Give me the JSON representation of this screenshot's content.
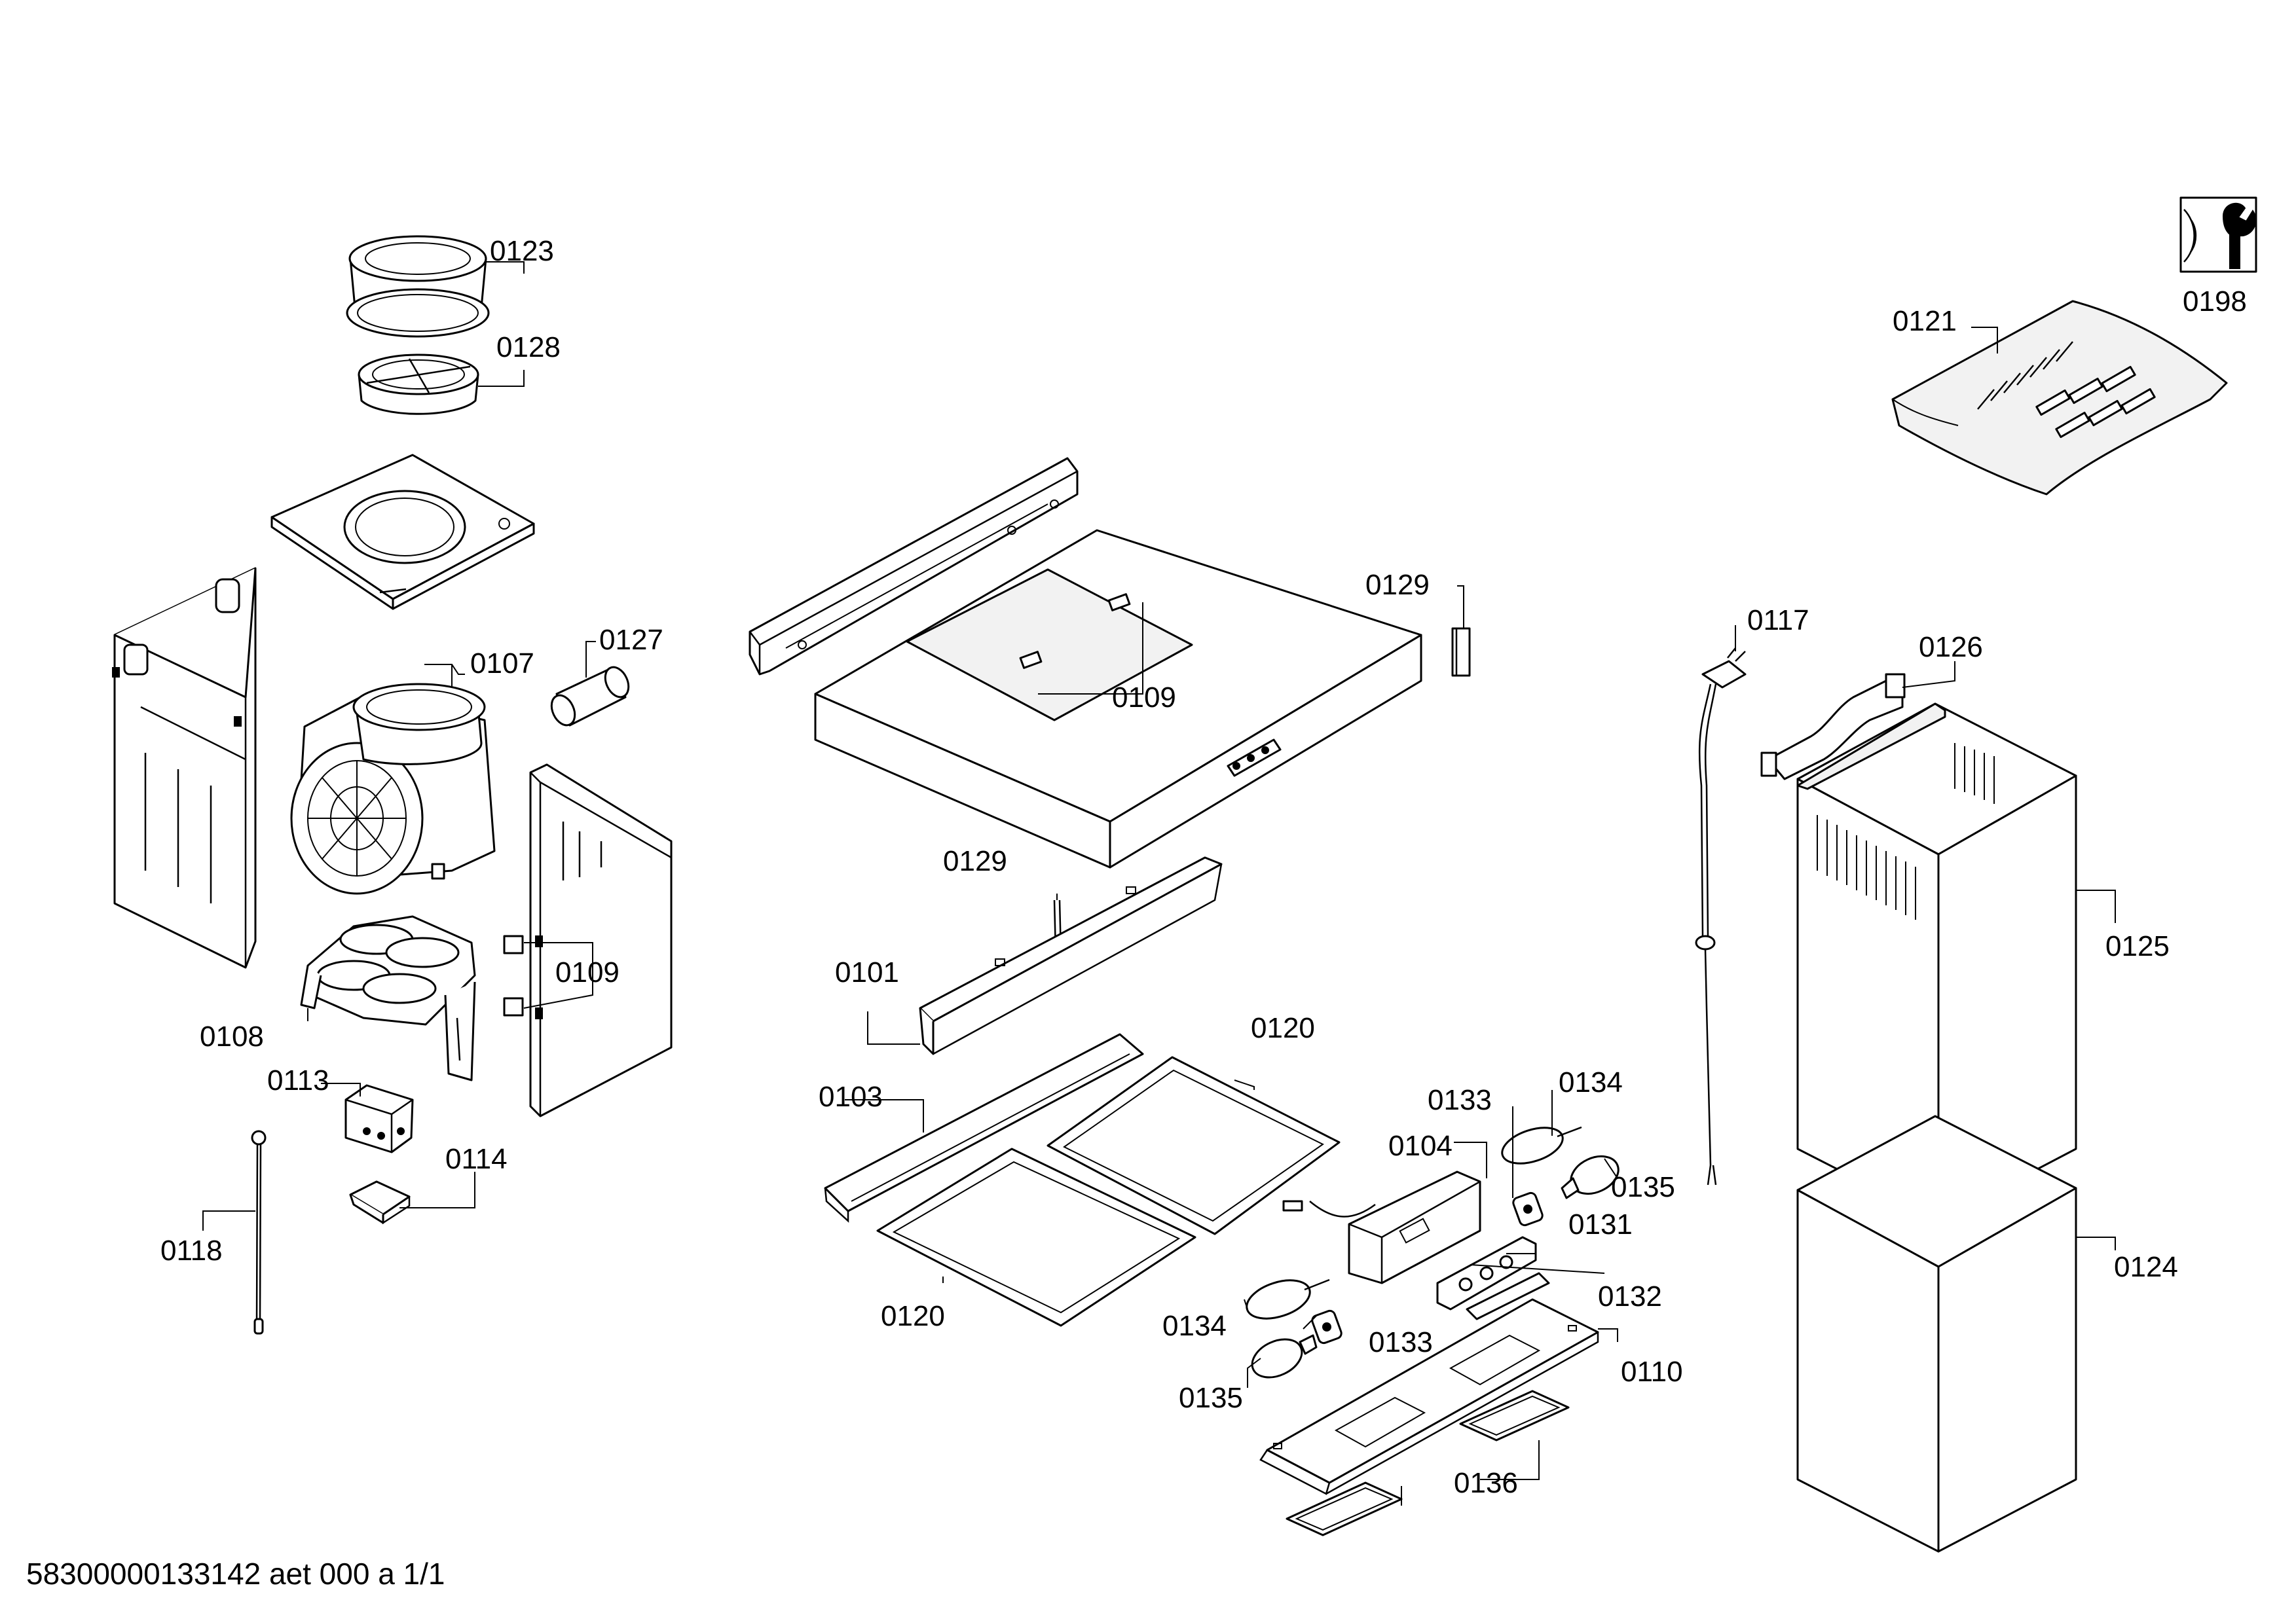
{
  "footer": {
    "doc_id": "58300000133142 aet 000 a 1/1"
  },
  "colors": {
    "line": "#000000",
    "background": "#ffffff"
  },
  "labels": {
    "l0123": "0123",
    "l0128": "0128",
    "l0107": "0107",
    "l0127": "0127",
    "l0109a": "0109",
    "l0109b": "0109",
    "l0108": "0108",
    "l0113": "0113",
    "l0114": "0114",
    "l0118": "0118",
    "l0129a": "0129",
    "l0129b": "0129",
    "l0101": "0101",
    "l0103": "0103",
    "l0120a": "0120",
    "l0120b": "0120",
    "l0104": "0104",
    "l0133a": "0133",
    "l0133b": "0133",
    "l0134a": "0134",
    "l0134b": "0134",
    "l0135a": "0135",
    "l0135b": "0135",
    "l0131": "0131",
    "l0132": "0132",
    "l0110": "0110",
    "l0136": "0136",
    "l0117": "0117",
    "l0126": "0126",
    "l0125": "0125",
    "l0124": "0124",
    "l0121": "0121",
    "l0198": "0198"
  },
  "icons": {
    "service_tool": "wrench-service-icon"
  }
}
